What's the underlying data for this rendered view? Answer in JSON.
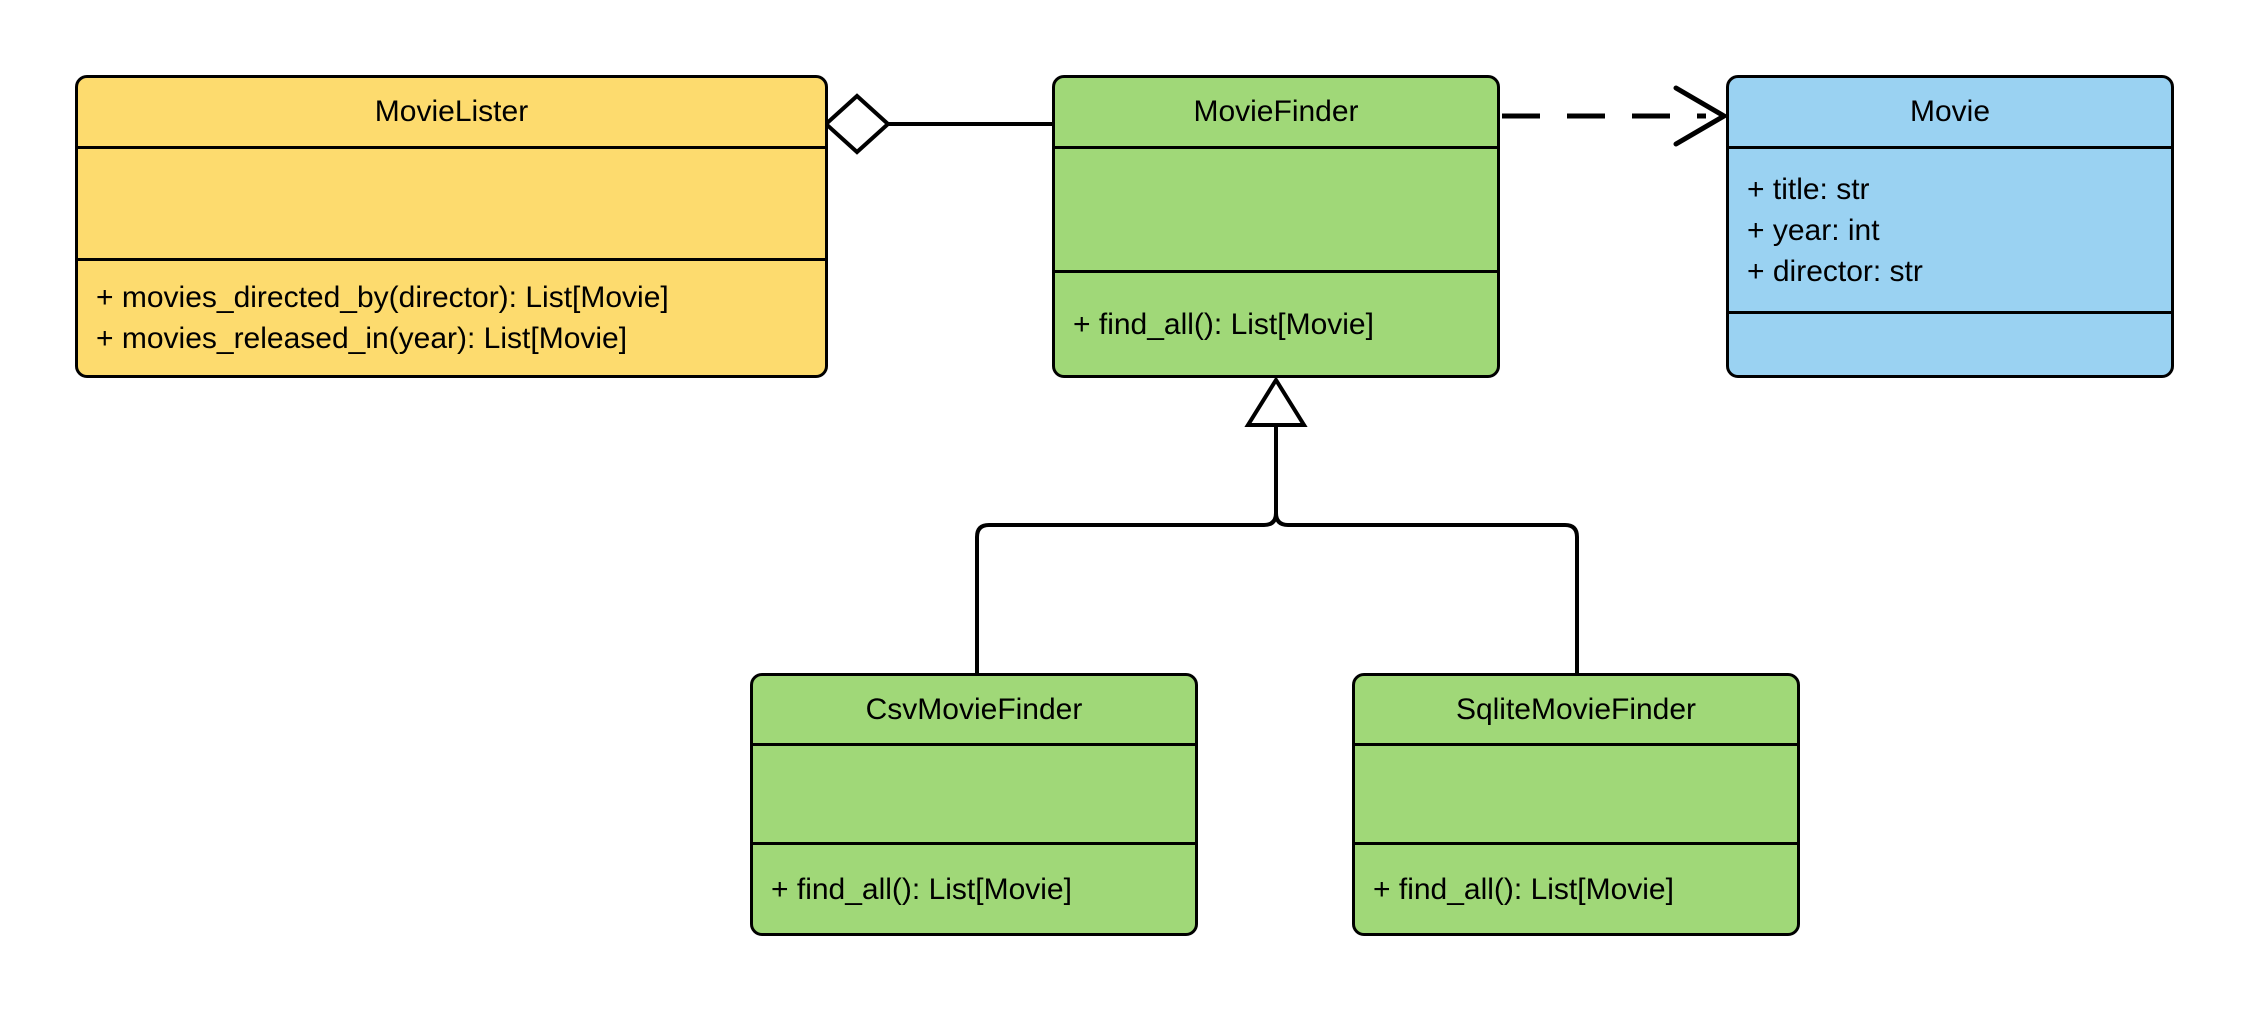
{
  "diagram": {
    "type": "uml-class-diagram",
    "background": "#FFFFFF",
    "stroke_color": "#000000"
  },
  "classes": [
    {
      "name": "MovieLister",
      "fill": "#FDDB6E",
      "attributes": [],
      "methods": [
        "+ movies_directed_by(director): List[Movie]",
        "+ movies_released_in(year): List[Movie]"
      ]
    },
    {
      "name": "MovieFinder",
      "fill": "#A0D878",
      "attributes": [],
      "methods": [
        "+ find_all(): List[Movie]"
      ]
    },
    {
      "name": "Movie",
      "fill": "#9AD2F2",
      "attributes": [
        "+ title: str",
        "+ year: int",
        "+ director: str"
      ],
      "methods": []
    },
    {
      "name": "CsvMovieFinder",
      "fill": "#A0D878",
      "attributes": [],
      "methods": [
        "+ find_all(): List[Movie]"
      ]
    },
    {
      "name": "SqliteMovieFinder",
      "fill": "#A0D878",
      "attributes": [],
      "methods": [
        "+ find_all(): List[Movie]"
      ]
    }
  ],
  "relationships": [
    {
      "type": "aggregation",
      "from": "MovieLister",
      "to": "MovieFinder",
      "marker": "open-diamond",
      "line": "solid"
    },
    {
      "type": "dependency",
      "from": "MovieFinder",
      "to": "Movie",
      "marker": "open-arrow",
      "line": "dashed"
    },
    {
      "type": "generalization",
      "from": "CsvMovieFinder",
      "to": "MovieFinder",
      "marker": "hollow-triangle",
      "line": "solid"
    },
    {
      "type": "generalization",
      "from": "SqliteMovieFinder",
      "to": "MovieFinder",
      "marker": "hollow-triangle",
      "line": "solid"
    }
  ]
}
